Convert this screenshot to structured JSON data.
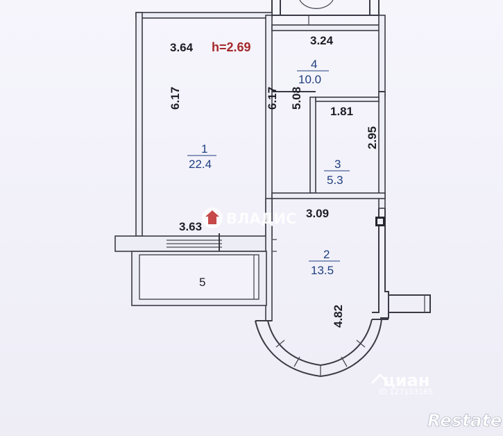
{
  "plan": {
    "height_label": "h=2.69",
    "rooms": [
      {
        "number": "1",
        "area": "22.4"
      },
      {
        "number": "2",
        "area": "13.5"
      },
      {
        "number": "3",
        "area": "5.3"
      },
      {
        "number": "4",
        "area": "10.0"
      },
      {
        "number": "5"
      }
    ],
    "dimensions": {
      "room1_top": "3.64",
      "room1_left": "6.17",
      "room1_right": "6.17",
      "room1_bottom": "3.63",
      "room4_top": "3.24",
      "room4_side": "5.08",
      "room3_top": "1.81",
      "room3_side": "2.95",
      "room2_top": "3.09",
      "room2_bay": "4.82"
    }
  },
  "watermarks": {
    "vladis": "ВЛАДИС",
    "cian": "циан",
    "cian_id": "ID 127103165",
    "restate": "Restate"
  }
}
